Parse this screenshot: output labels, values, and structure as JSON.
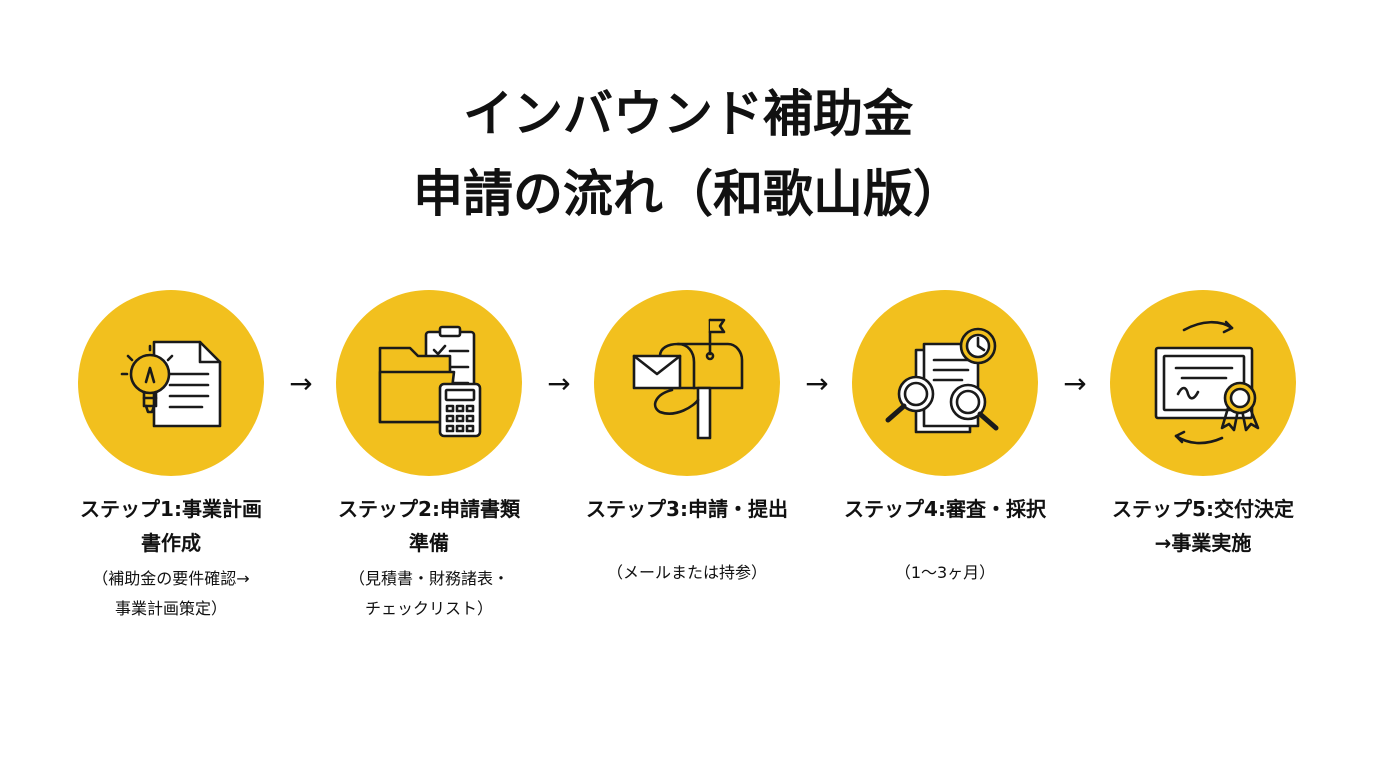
{
  "title": {
    "line1": "インバウンド補助金",
    "line2": "申請の流れ（和歌山版）"
  },
  "colors": {
    "circle": "#F2C01E",
    "icon_stroke": "#1A1A1A",
    "text": "#111111"
  },
  "arrow_glyph": "→",
  "steps": [
    {
      "title": "ステップ1:事業計画\n書作成",
      "sub": "（補助金の要件確認→\n事業計画策定）",
      "icon": "lightbulb-document-icon"
    },
    {
      "title": "ステップ2:申請書類\n準備",
      "sub": "（見積書・財務諸表・\nチェックリスト）",
      "icon": "folder-calculator-icon"
    },
    {
      "title": "ステップ3:申請・提出",
      "sub": "（メールまたは持参）",
      "icon": "mailbox-envelope-icon"
    },
    {
      "title": "ステップ4:審査・採択",
      "sub": "（1〜3ヶ月）",
      "icon": "magnifier-clock-icon"
    },
    {
      "title": "ステップ5:交付決定\n→事業実施",
      "sub": "",
      "icon": "certificate-award-icon"
    }
  ]
}
